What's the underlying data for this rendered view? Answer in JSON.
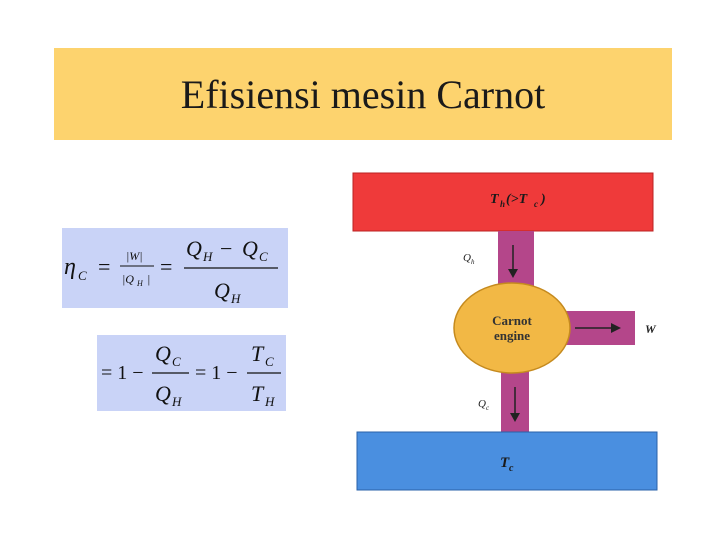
{
  "slide": {
    "title": "Efisiensi mesin Carnot"
  },
  "formula1": {
    "eta": "η",
    "eta_sub": "C",
    "eq": "=",
    "abs_w": "|W|",
    "abs_qh": "|Q",
    "abs_qh_sub": "H",
    "abs_qh_close": "|",
    "eq2": "=",
    "num_qh": "Q",
    "num_qh_sub": "H",
    "minus": "−",
    "num_qc": "Q",
    "num_qc_sub": "C",
    "den_q": "Q",
    "den_q_sub": "H"
  },
  "formula2": {
    "eq1": "= 1 −",
    "qc": "Q",
    "qc_sub": "C",
    "qh": "Q",
    "qh_sub": "H",
    "eq2": "= 1 −",
    "tc": "T",
    "tc_sub": "C",
    "th": "T",
    "th_sub": "H"
  },
  "diagram": {
    "hot_label": "T",
    "hot_label_sub": "h",
    "hot_label_rest": " (>T",
    "hot_label_rest_sub": "c",
    "hot_label_close": ")",
    "engine_line1": "Carnot",
    "engine_line2": "engine",
    "qh_label": "Q",
    "qh_label_sub": "h",
    "qc_label": "Q",
    "qc_label_sub": "c",
    "w_label": "W",
    "cold_label": "T",
    "cold_label_sub": "c",
    "colors": {
      "hot": "#ef3a3a",
      "cold": "#4a8fe0",
      "pipe": "#b4468a",
      "engine": "#f2b845"
    }
  }
}
